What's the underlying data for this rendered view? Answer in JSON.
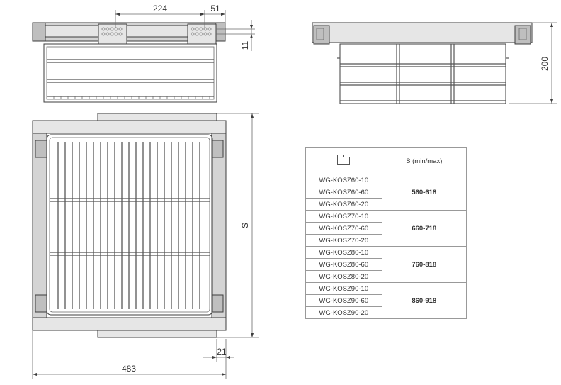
{
  "dimensions": {
    "d224": "224",
    "d51": "51",
    "d11": "11",
    "d200": "200",
    "s": "S",
    "d21": "21",
    "d483": "483"
  },
  "table": {
    "header_icon": "folder-icon",
    "range_header": "S (min/max)",
    "groups": [
      {
        "codes": [
          "WG-KOSZ60-10",
          "WG-KOSZ60-60",
          "WG-KOSZ60-20"
        ],
        "range": "560-618"
      },
      {
        "codes": [
          "WG-KOSZ70-10",
          "WG-KOSZ70-60",
          "WG-KOSZ70-20"
        ],
        "range": "660-718"
      },
      {
        "codes": [
          "WG-KOSZ80-10",
          "WG-KOSZ80-60",
          "WG-KOSZ80-20"
        ],
        "range": "760-818"
      },
      {
        "codes": [
          "WG-KOSZ90-10",
          "WG-KOSZ90-60",
          "WG-KOSZ90-20"
        ],
        "range": "860-918"
      }
    ]
  }
}
